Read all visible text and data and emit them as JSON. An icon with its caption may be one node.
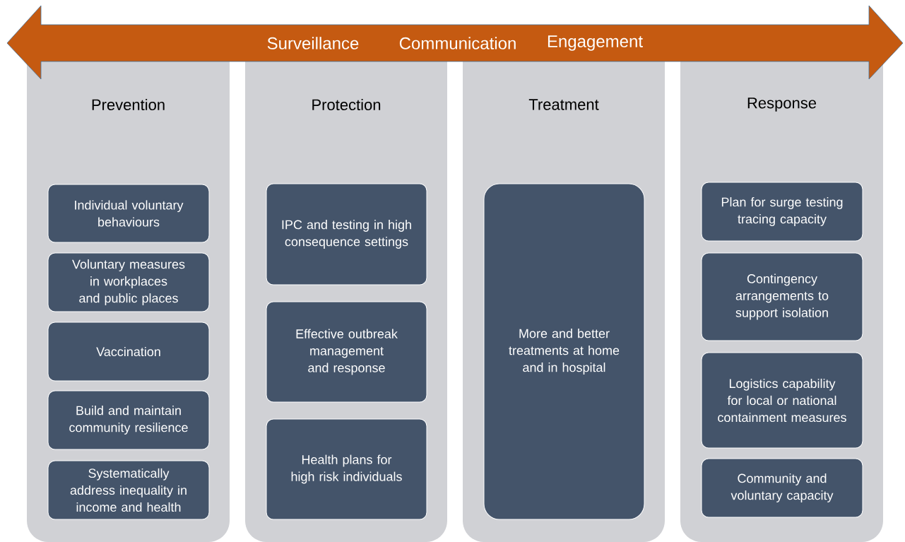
{
  "diagram": {
    "nodes": [
      {
        "text": [
          "Surveillance",
          "Communication",
          "Engagement"
        ]
      },
      {
        "text": [
          "Prevention"
        ]
      },
      {
        "text": [
          "Individual voluntary behaviours"
        ],
        "in": 1
      },
      {
        "text": [
          "Voluntary measures in workplaces and public places"
        ],
        "in": 1
      },
      {
        "text": [
          "Vaccination"
        ],
        "in": 1
      },
      {
        "text": [
          "Build and maintain community resilience"
        ],
        "in": 1
      },
      {
        "text": [
          "Systematically address inequality in income and health"
        ],
        "in": 1
      },
      {
        "text": [
          "Protection"
        ]
      },
      {
        "text": [
          "IPC and testing in high consequence settings"
        ],
        "in": 7
      },
      {
        "text": [
          "Effective outbreak management and response"
        ],
        "in": 7
      },
      {
        "text": [
          "Health plans for high risk individuals"
        ],
        "in": 7
      },
      {
        "text": [
          "Treatment"
        ]
      },
      {
        "text": [
          "More and better treatments at home and in hospital"
        ],
        "in": 11
      },
      {
        "text": [
          "Response"
        ]
      },
      {
        "text": [
          "Plan for surge testing tracing capacity"
        ],
        "in": 13
      },
      {
        "text": [
          "Contingency arrangements to support isolation"
        ],
        "in": 13
      },
      {
        "text": [
          "Logistics capability for local or national containment measures"
        ],
        "in": 13
      },
      {
        "text": [
          "Community and voluntary capacity"
        ],
        "in": 13
      }
    ],
    "edges": []
  }
}
